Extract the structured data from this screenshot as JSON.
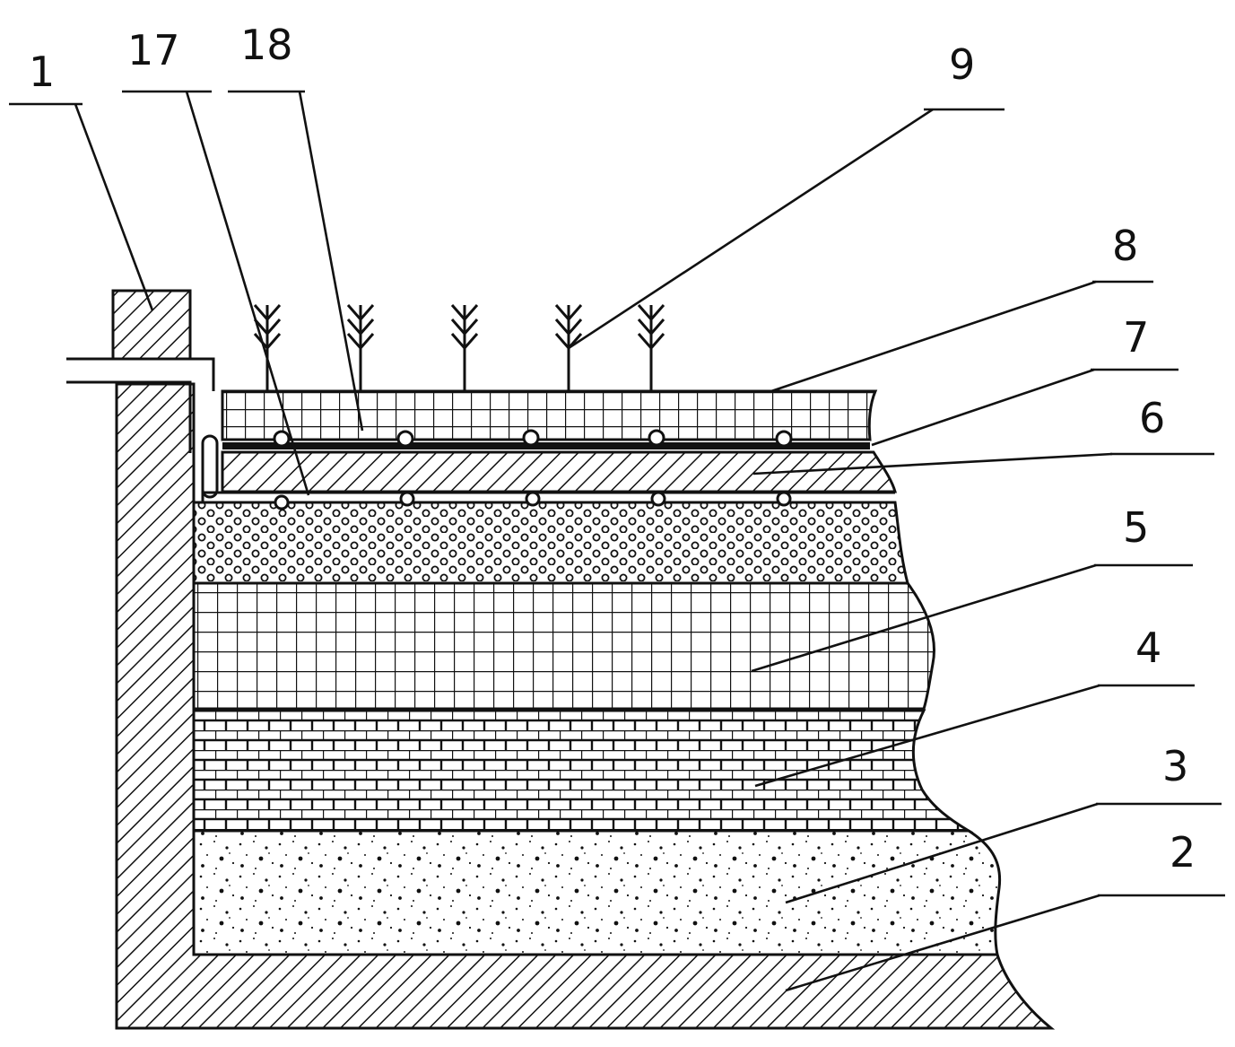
{
  "figure": {
    "labels": [
      {
        "id": "wall",
        "text": "1"
      },
      {
        "id": "pipe-lower",
        "text": "17"
      },
      {
        "id": "pipe-upper",
        "text": "18"
      },
      {
        "id": "plants",
        "text": "9"
      },
      {
        "id": "top-soil",
        "text": "8"
      },
      {
        "id": "membrane",
        "text": "7"
      },
      {
        "id": "gravel",
        "text": "6"
      },
      {
        "id": "grid-layer",
        "text": "5"
      },
      {
        "id": "brick-layer",
        "text": "4"
      },
      {
        "id": "sand-layer",
        "text": "3"
      },
      {
        "id": "base-slab",
        "text": "2"
      }
    ]
  },
  "colors": {
    "ink": "#111111",
    "paper": "#ffffff"
  }
}
